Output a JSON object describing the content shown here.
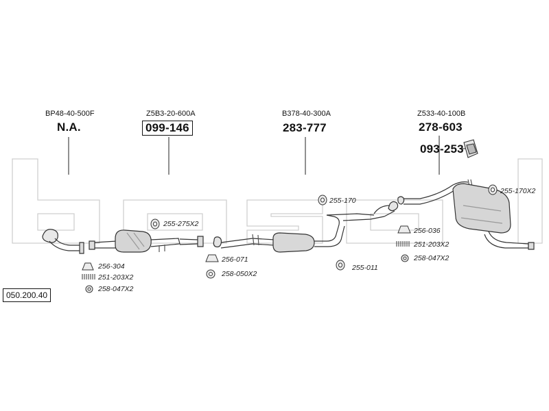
{
  "diagram_number": "050.200.40",
  "parts": {
    "front_pipe": {
      "code": "BP48-40-500F",
      "part_number": "N.A."
    },
    "catalyst": {
      "code": "Z5B3-20-600A",
      "part_number": "099-146"
    },
    "middle_silencer": {
      "code": "B378-40-300A",
      "part_number": "283-777"
    },
    "rear_silencer": {
      "code": "Z533-40-100B",
      "part_number": "278-603"
    },
    "bracket_kit": {
      "part_number": "093-253"
    }
  },
  "accessories": {
    "a255_275": "255-275X2",
    "a256_304": "256-304",
    "a251_203_front": "251-203X2",
    "a258_047_front": "258-047X2",
    "a256_071": "256-071",
    "a258_050": "258-050X2",
    "a255_170": "255-170",
    "a255_011": "255-011",
    "a255_170x2": "255-170X2",
    "a256_036": "256-036",
    "a251_203_rear": "251-203X2",
    "a258_047_rear": "258-047X2"
  },
  "watermark": "bosal"
}
